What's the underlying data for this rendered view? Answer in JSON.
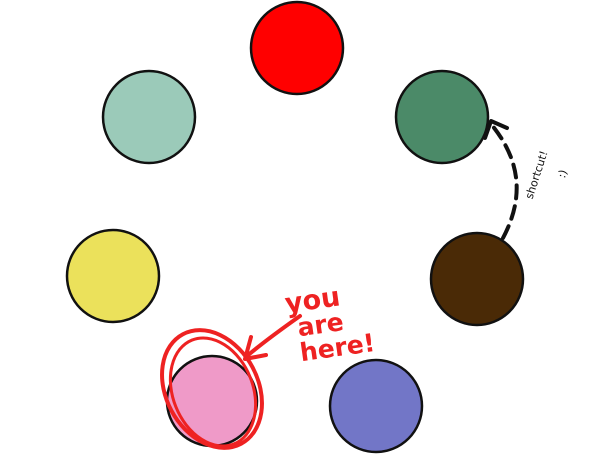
{
  "circles": [
    {
      "id": "red",
      "color": "#ff0000"
    },
    {
      "id": "dark-green",
      "color": "#4b8a68"
    },
    {
      "id": "brown",
      "color": "#4a2a06"
    },
    {
      "id": "periwinkle",
      "color": "#7276c7"
    },
    {
      "id": "pink",
      "color": "#ef9ac8"
    },
    {
      "id": "yellow",
      "color": "#ebe15b"
    },
    {
      "id": "mint",
      "color": "#9bcab9"
    }
  ],
  "annotations": {
    "shortcut_line1": "shortcut!",
    "shortcut_line2": ":)",
    "you": "you",
    "are": "are",
    "here": "here!"
  },
  "colors": {
    "outline": "#111111",
    "highlight": "#ee2222",
    "arrow": "#111111"
  }
}
